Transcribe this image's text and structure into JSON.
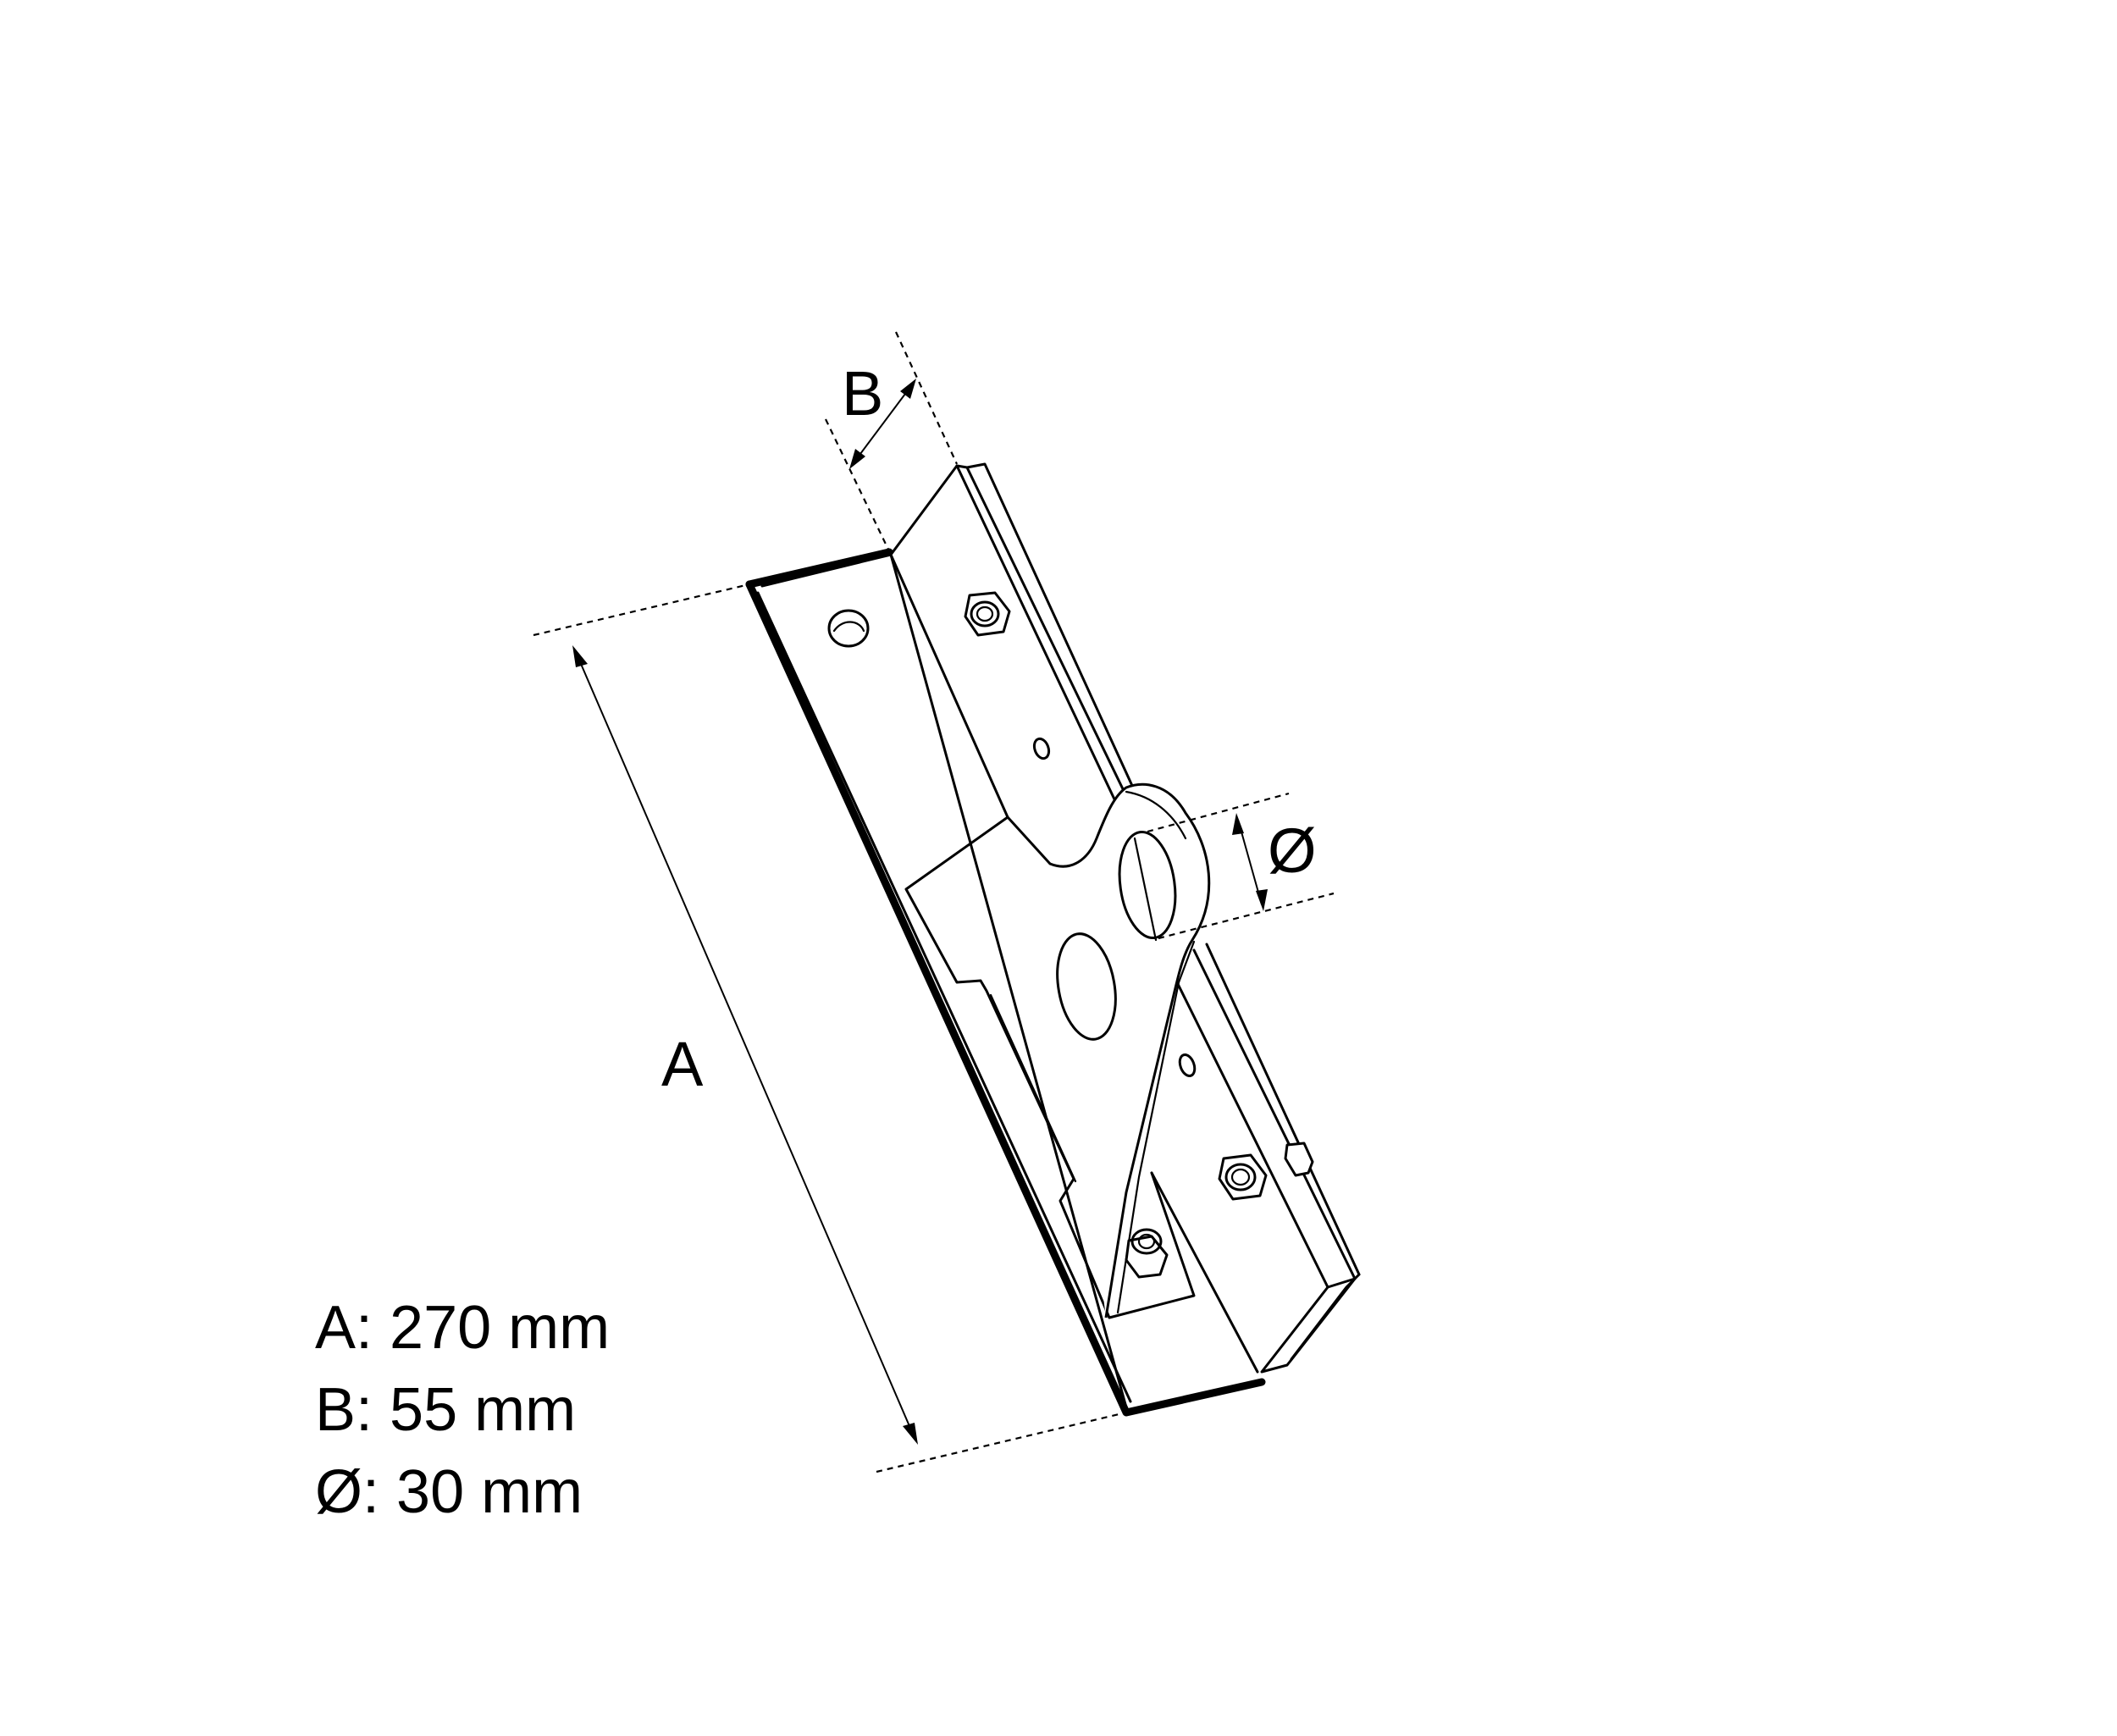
{
  "diagram": {
    "labels": {
      "a": "A",
      "b": "B",
      "diameter": "Ø"
    }
  },
  "legend": {
    "items": [
      {
        "label": "A:",
        "value": "270 mm"
      },
      {
        "label": "B:",
        "value": "55 mm"
      },
      {
        "label": "Ø:",
        "value": "30 mm"
      }
    ]
  }
}
